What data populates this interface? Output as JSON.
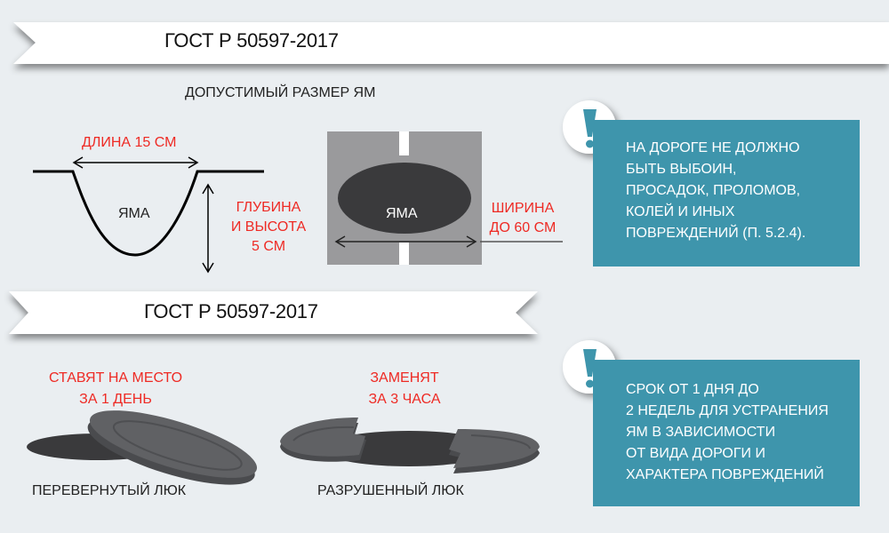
{
  "ribbon_top": {
    "title": "ГОСТ Р 50597-2017"
  },
  "ribbon_bottom": {
    "title": "ГОСТ Р 50597-2017"
  },
  "pothole_section": {
    "heading": "ДОПУСТИМЫЙ РАЗМЕР ЯМ",
    "length_label": "ДЛИНА 15 СМ",
    "pit_label": "ЯМА",
    "depth_label": [
      "ГЛУБИНА",
      "И ВЫСОТА",
      "5 СМ"
    ],
    "road_pit_label": "ЯМА",
    "width_label": [
      "ШИРИНА",
      "ДО 60 СМ"
    ]
  },
  "hatch_section": {
    "flipped": {
      "time": [
        "СТАВЯТ НА МЕСТО",
        "ЗА 1 ДЕНЬ"
      ],
      "caption": "ПЕРЕВЕРНУТЫЙ ЛЮК"
    },
    "broken": {
      "time": [
        "ЗАМЕНЯТ",
        "ЗА 3 ЧАСА"
      ],
      "caption": "РАЗРУШЕННЫЙ ЛЮК"
    }
  },
  "notices": [
    {
      "icon": "exclamation-icon",
      "lines": [
        "НА ДОРОГЕ НЕ ДОЛЖНО",
        "БЫТЬ ВЫБОИН,",
        "ПРОСАДОК, ПРОЛОМОВ,",
        "КОЛЕЙ И ИНЫХ",
        "ПОВРЕЖДЕНИЙ (П. 5.2.4)."
      ]
    },
    {
      "icon": "exclamation-icon",
      "lines": [
        "СРОК ОТ 1 ДНЯ ДО",
        "2  НЕДЕЛЬ ДЛЯ УСТРАНЕНИЯ",
        "ЯМ В ЗАВИСИМОСТИ",
        "ОТ ВИДА ДОРОГИ И",
        "ХАРАКТЕРА ПОВРЕЖДЕНИЙ"
      ]
    }
  ],
  "colors": {
    "accent": "#3e95ac",
    "red": "#ee2a24",
    "background": "#eaeef1",
    "hatch": "#5f6063",
    "pit": "#3a3a3c",
    "road": "#9a9a9c"
  }
}
